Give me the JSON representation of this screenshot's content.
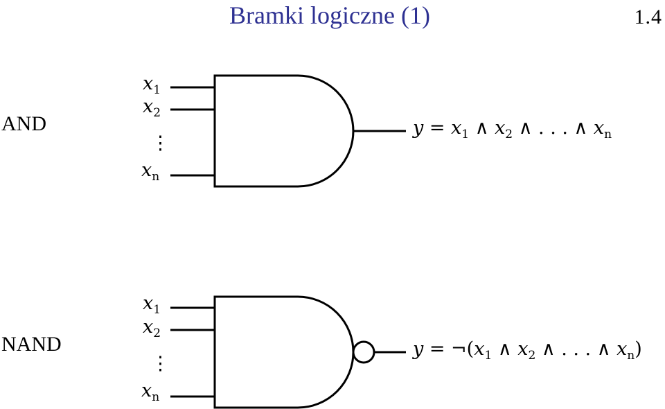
{
  "slide": {
    "title": "Bramki logiczne (1)",
    "number": "1.4",
    "title_color": "#2e3192"
  },
  "gates": [
    {
      "name": "AND",
      "inputs": [
        {
          "var": "x",
          "sub": "1"
        },
        {
          "var": "x",
          "sub": "2"
        },
        {
          "var": "⋮",
          "sub": ""
        },
        {
          "var": "x",
          "sub": "n"
        }
      ],
      "output": [
        {
          "t": "y",
          "k": "var"
        },
        {
          "t": " = ",
          "k": "op"
        },
        {
          "t": "x",
          "k": "var"
        },
        {
          "t": "1",
          "k": "sub"
        },
        {
          "t": " ∧ ",
          "k": "op"
        },
        {
          "t": "x",
          "k": "var"
        },
        {
          "t": "2",
          "k": "sub"
        },
        {
          "t": " ∧ . . . ∧ ",
          "k": "op"
        },
        {
          "t": "x",
          "k": "var"
        },
        {
          "t": "n",
          "k": "sub"
        }
      ]
    },
    {
      "name": "NAND",
      "inputs": [
        {
          "var": "x",
          "sub": "1"
        },
        {
          "var": "x",
          "sub": "2"
        },
        {
          "var": "⋮",
          "sub": ""
        },
        {
          "var": "x",
          "sub": "n"
        }
      ],
      "output": [
        {
          "t": "y",
          "k": "var"
        },
        {
          "t": " = ¬(",
          "k": "op"
        },
        {
          "t": "x",
          "k": "var"
        },
        {
          "t": "1",
          "k": "sub"
        },
        {
          "t": " ∧ ",
          "k": "op"
        },
        {
          "t": "x",
          "k": "var"
        },
        {
          "t": "2",
          "k": "sub"
        },
        {
          "t": " ∧ . . . ∧ ",
          "k": "op"
        },
        {
          "t": "x",
          "k": "var"
        },
        {
          "t": "n",
          "k": "sub"
        },
        {
          "t": ")",
          "k": "op"
        }
      ]
    }
  ]
}
